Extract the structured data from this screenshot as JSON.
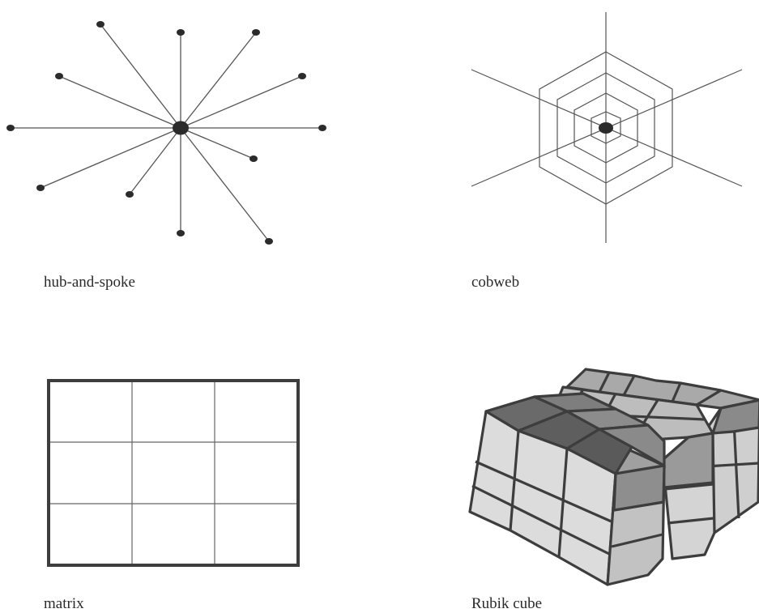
{
  "captions": {
    "hub": "hub-and-spoke",
    "cobweb": "cobweb",
    "matrix": "matrix",
    "rubik": "Rubik cube"
  },
  "colors": {
    "line": "#555555",
    "node": "#2b2b2b",
    "frame": "#3d3d3d",
    "face_light": "#dcdcdc",
    "face_mid": "#a9a9a9",
    "face_dark": "#6e6e6e",
    "face_darker": "#555555"
  }
}
